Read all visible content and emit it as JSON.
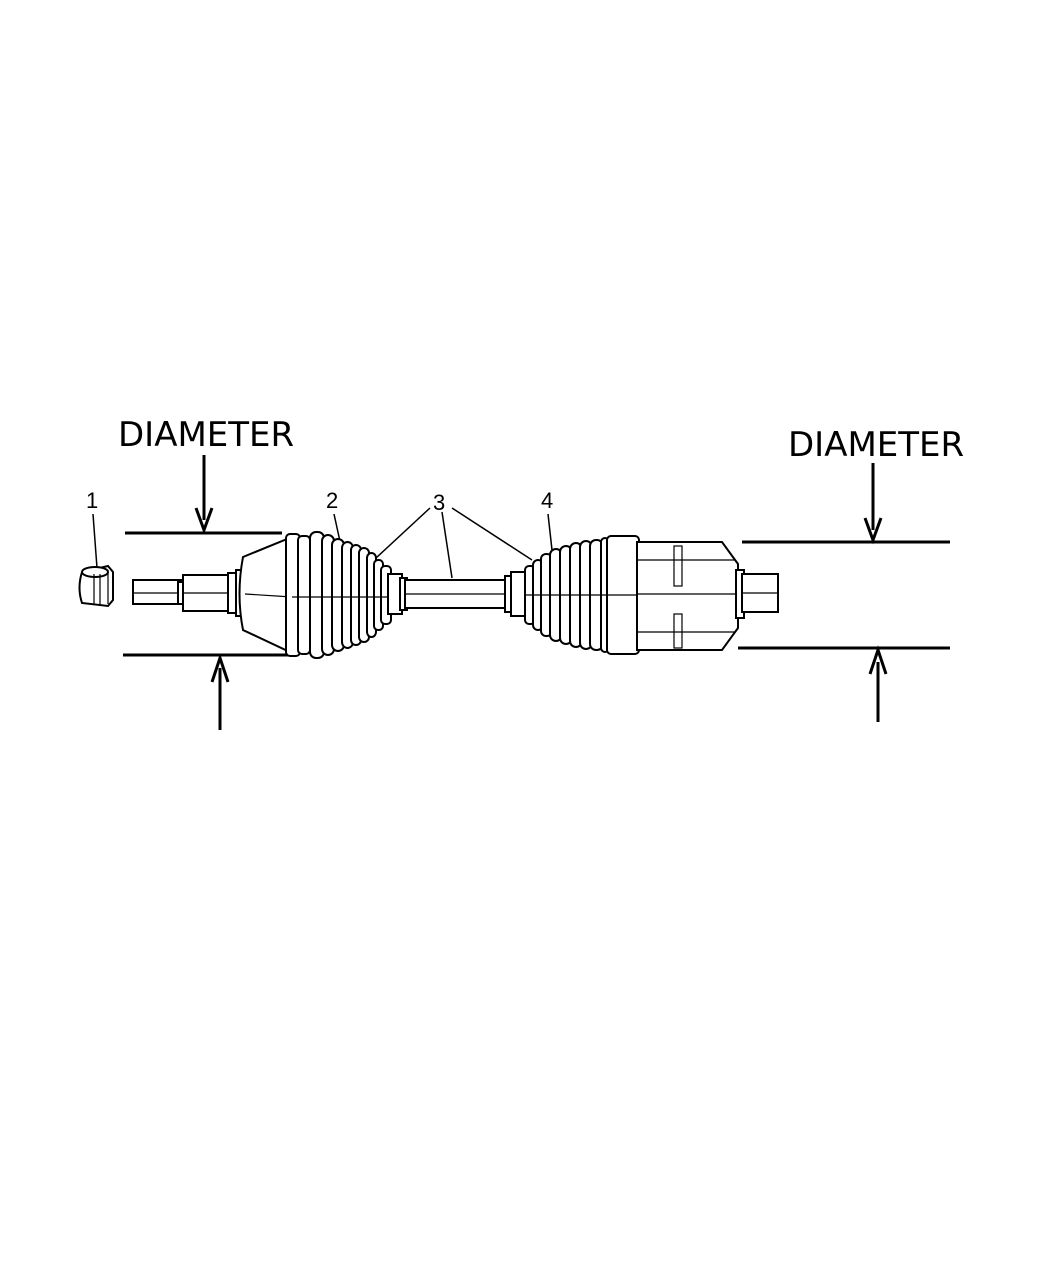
{
  "labels": {
    "diameter_left": "DIAMETER",
    "diameter_right": "DIAMETER",
    "callout_1": "1",
    "callout_2": "2",
    "callout_3": "3",
    "callout_4": "4"
  },
  "colors": {
    "line": "#000000",
    "background": "#ffffff"
  }
}
